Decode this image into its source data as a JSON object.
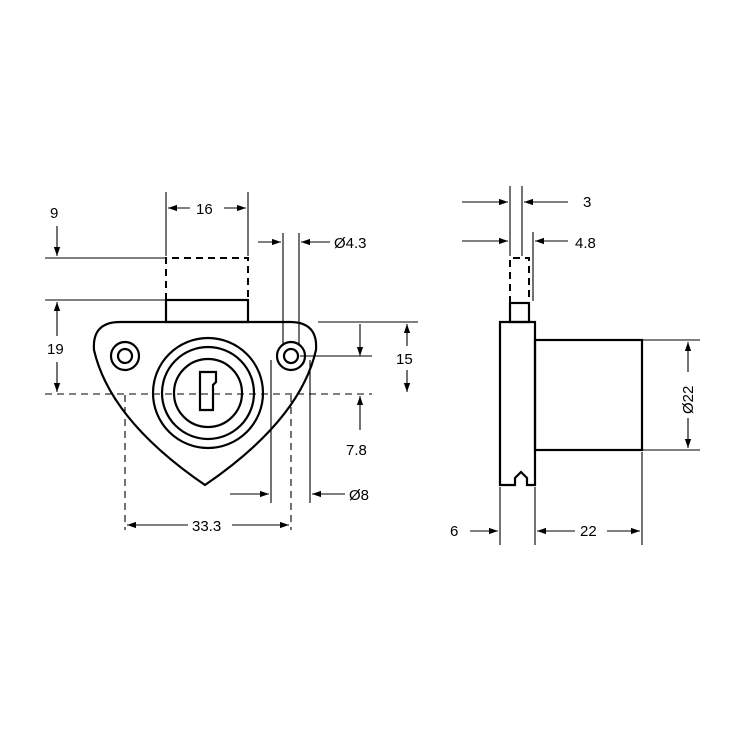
{
  "front_view": {
    "dims": {
      "d9": "9",
      "d16": "16",
      "d_hole": "Ø4.3",
      "d19": "19",
      "d15": "15",
      "d7_8": "7.8",
      "d_boss": "Ø8",
      "d33_3": "33.3"
    }
  },
  "side_view": {
    "dims": {
      "d3": "3",
      "d4_8": "4.8",
      "d_body": "Ø22",
      "d6": "6",
      "d22": "22"
    }
  }
}
